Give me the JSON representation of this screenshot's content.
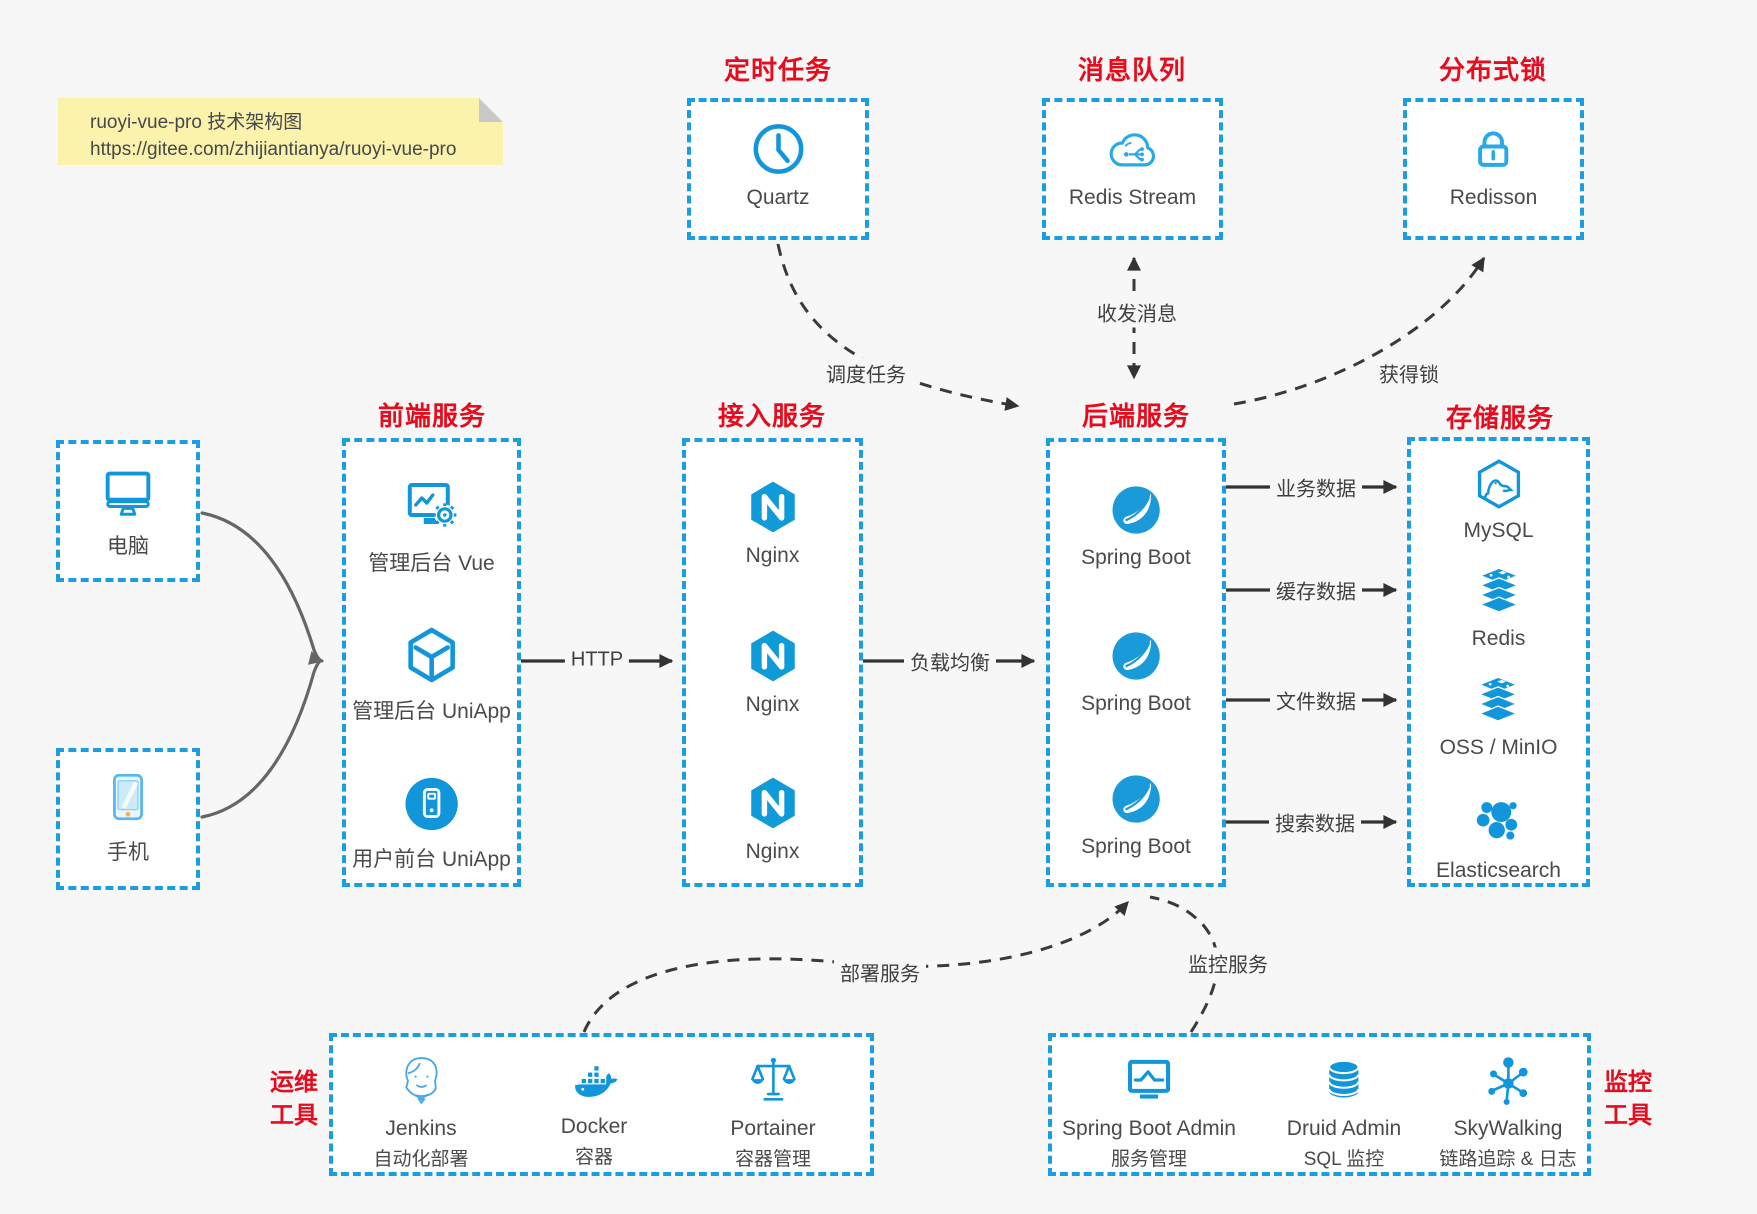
{
  "note": {
    "line1": "ruoyi-vue-pro 技术架构图",
    "line2": "https://gitee.com/zhijiantianya/ruoyi-vue-pro"
  },
  "colors": {
    "accent_blue": "#1296db",
    "border_blue": "#1b9de4",
    "title_red": "#e60c1e",
    "note_bg": "#fbf2ac"
  },
  "top_services": [
    {
      "title": "定时任务",
      "label": "Quartz",
      "icon": "clock-icon"
    },
    {
      "title": "消息队列",
      "label": "Redis Stream",
      "icon": "cloud-stream-icon"
    },
    {
      "title": "分布式锁",
      "label": "Redisson",
      "icon": "lock-icon"
    }
  ],
  "clients": [
    {
      "label": "电脑",
      "icon": "desktop-icon"
    },
    {
      "label": "手机",
      "icon": "phone-icon"
    }
  ],
  "columns": [
    {
      "title": "前端服务",
      "items": [
        {
          "label": "管理后台 Vue"
        },
        {
          "label": "管理后台 UniApp"
        },
        {
          "label": "用户前台 UniApp"
        }
      ]
    },
    {
      "title": "接入服务",
      "items": [
        {
          "label": "Nginx"
        },
        {
          "label": "Nginx"
        },
        {
          "label": "Nginx"
        }
      ]
    },
    {
      "title": "后端服务",
      "items": [
        {
          "label": "Spring Boot"
        },
        {
          "label": "Spring Boot"
        },
        {
          "label": "Spring Boot"
        }
      ]
    },
    {
      "title": "存储服务",
      "items": [
        {
          "label": "MySQL"
        },
        {
          "label": "Redis"
        },
        {
          "label": "OSS / MinIO"
        },
        {
          "label": "Elasticsearch"
        }
      ]
    }
  ],
  "bottom": {
    "ops": {
      "side_label_line1": "运维",
      "side_label_line2": "工具",
      "items": [
        {
          "name": "Jenkins",
          "desc": "自动化部署"
        },
        {
          "name": "Docker",
          "desc": "容器"
        },
        {
          "name": "Portainer",
          "desc": "容器管理"
        }
      ]
    },
    "monitor": {
      "side_label_line1": "监控",
      "side_label_line2": "工具",
      "items": [
        {
          "name": "Spring Boot Admin",
          "desc": "服务管理"
        },
        {
          "name": "Druid Admin",
          "desc": "SQL 监控"
        },
        {
          "name": "SkyWalking",
          "desc": "链路追踪 & 日志"
        }
      ]
    }
  },
  "edges": {
    "http": "HTTP",
    "load_balance": "负载均衡",
    "schedule": "调度任务",
    "message": "收发消息",
    "lock": "获得锁",
    "business_data": "业务数据",
    "cache_data": "缓存数据",
    "file_data": "文件数据",
    "search_data": "搜索数据",
    "deploy": "部署服务",
    "monitor": "监控服务"
  }
}
